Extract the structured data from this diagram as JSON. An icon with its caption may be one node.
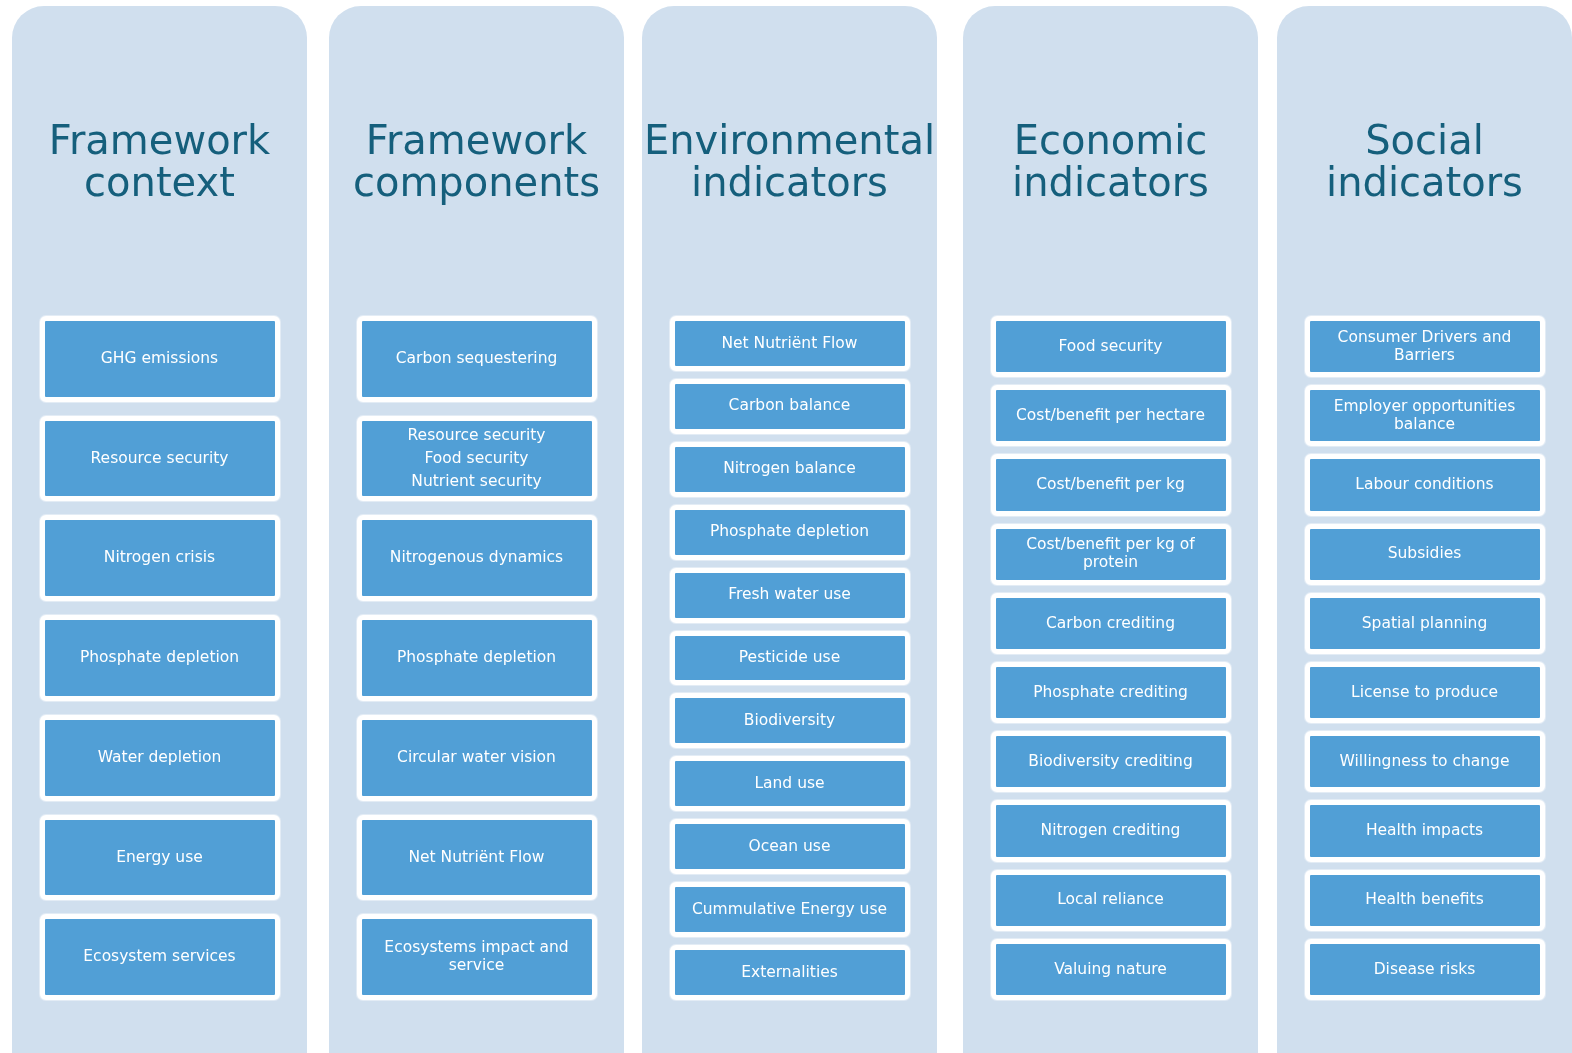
{
  "diagram": {
    "nodes": [
      {
        "text": [
          "Framework context"
        ]
      },
      {
        "text": [
          "GHG emissions"
        ],
        "in": 0
      },
      {
        "text": [
          "Resource security"
        ],
        "in": 0
      },
      {
        "text": [
          "Nitrogen crisis"
        ],
        "in": 0
      },
      {
        "text": [
          "Phosphate depletion"
        ],
        "in": 0
      },
      {
        "text": [
          "Water depletion"
        ],
        "in": 0
      },
      {
        "text": [
          "Energy use"
        ],
        "in": 0
      },
      {
        "text": [
          "Ecosystem services"
        ],
        "in": 0
      },
      {
        "text": [
          "Framework components"
        ]
      },
      {
        "text": [
          "Carbon sequestering"
        ],
        "in": 8
      },
      {
        "text": [
          "Resource security",
          "Food security",
          "Nutrient security"
        ],
        "in": 8
      },
      {
        "text": [
          "Nitrogenous dynamics"
        ],
        "in": 8
      },
      {
        "text": [
          "Phosphate depletion"
        ],
        "in": 8
      },
      {
        "text": [
          "Circular water vision"
        ],
        "in": 8
      },
      {
        "text": [
          "Net Nutriënt Flow"
        ],
        "in": 8
      },
      {
        "text": [
          "Ecosystems impact and service"
        ],
        "in": 8
      },
      {
        "text": [
          "Environmental indicators"
        ]
      },
      {
        "text": [
          "Net Nutriënt Flow"
        ],
        "in": 16
      },
      {
        "text": [
          "Carbon balance"
        ],
        "in": 16
      },
      {
        "text": [
          "Nitrogen balance"
        ],
        "in": 16
      },
      {
        "text": [
          "Phosphate depletion"
        ],
        "in": 16
      },
      {
        "text": [
          "Fresh water use"
        ],
        "in": 16
      },
      {
        "text": [
          "Pesticide use"
        ],
        "in": 16
      },
      {
        "text": [
          "Biodiversity"
        ],
        "in": 16
      },
      {
        "text": [
          "Land use"
        ],
        "in": 16
      },
      {
        "text": [
          "Ocean use"
        ],
        "in": 16
      },
      {
        "text": [
          "Cummulative Energy use"
        ],
        "in": 16
      },
      {
        "text": [
          "Externalities"
        ],
        "in": 16
      },
      {
        "text": [
          "Economic indicators"
        ]
      },
      {
        "text": [
          "Food security"
        ],
        "in": 28
      },
      {
        "text": [
          "Cost/benefit per hectare"
        ],
        "in": 28
      },
      {
        "text": [
          "Cost/benefit per kg"
        ],
        "in": 28
      },
      {
        "text": [
          "Cost/benefit per kg of protein"
        ],
        "in": 28
      },
      {
        "text": [
          "Carbon crediting"
        ],
        "in": 28
      },
      {
        "text": [
          "Phosphate crediting"
        ],
        "in": 28
      },
      {
        "text": [
          "Biodiversity crediting"
        ],
        "in": 28
      },
      {
        "text": [
          "Nitrogen crediting"
        ],
        "in": 28
      },
      {
        "text": [
          "Local reliance"
        ],
        "in": 28
      },
      {
        "text": [
          "Valuing nature"
        ],
        "in": 28
      },
      {
        "text": [
          "Social indicators"
        ]
      },
      {
        "text": [
          "Consumer Drivers and Barriers"
        ],
        "in": 39
      },
      {
        "text": [
          "Employer opportunities balance"
        ],
        "in": 39
      },
      {
        "text": [
          "Labour conditions"
        ],
        "in": 39
      },
      {
        "text": [
          "Subsidies"
        ],
        "in": 39
      },
      {
        "text": [
          "Spatial planning"
        ],
        "in": 39
      },
      {
        "text": [
          "License to produce"
        ],
        "in": 39
      },
      {
        "text": [
          "Willingness to change"
        ],
        "in": 39
      },
      {
        "text": [
          "Health impacts"
        ],
        "in": 39
      },
      {
        "text": [
          "Health benefits"
        ],
        "in": 39
      },
      {
        "text": [
          "Disease risks"
        ],
        "in": 39
      }
    ]
  }
}
